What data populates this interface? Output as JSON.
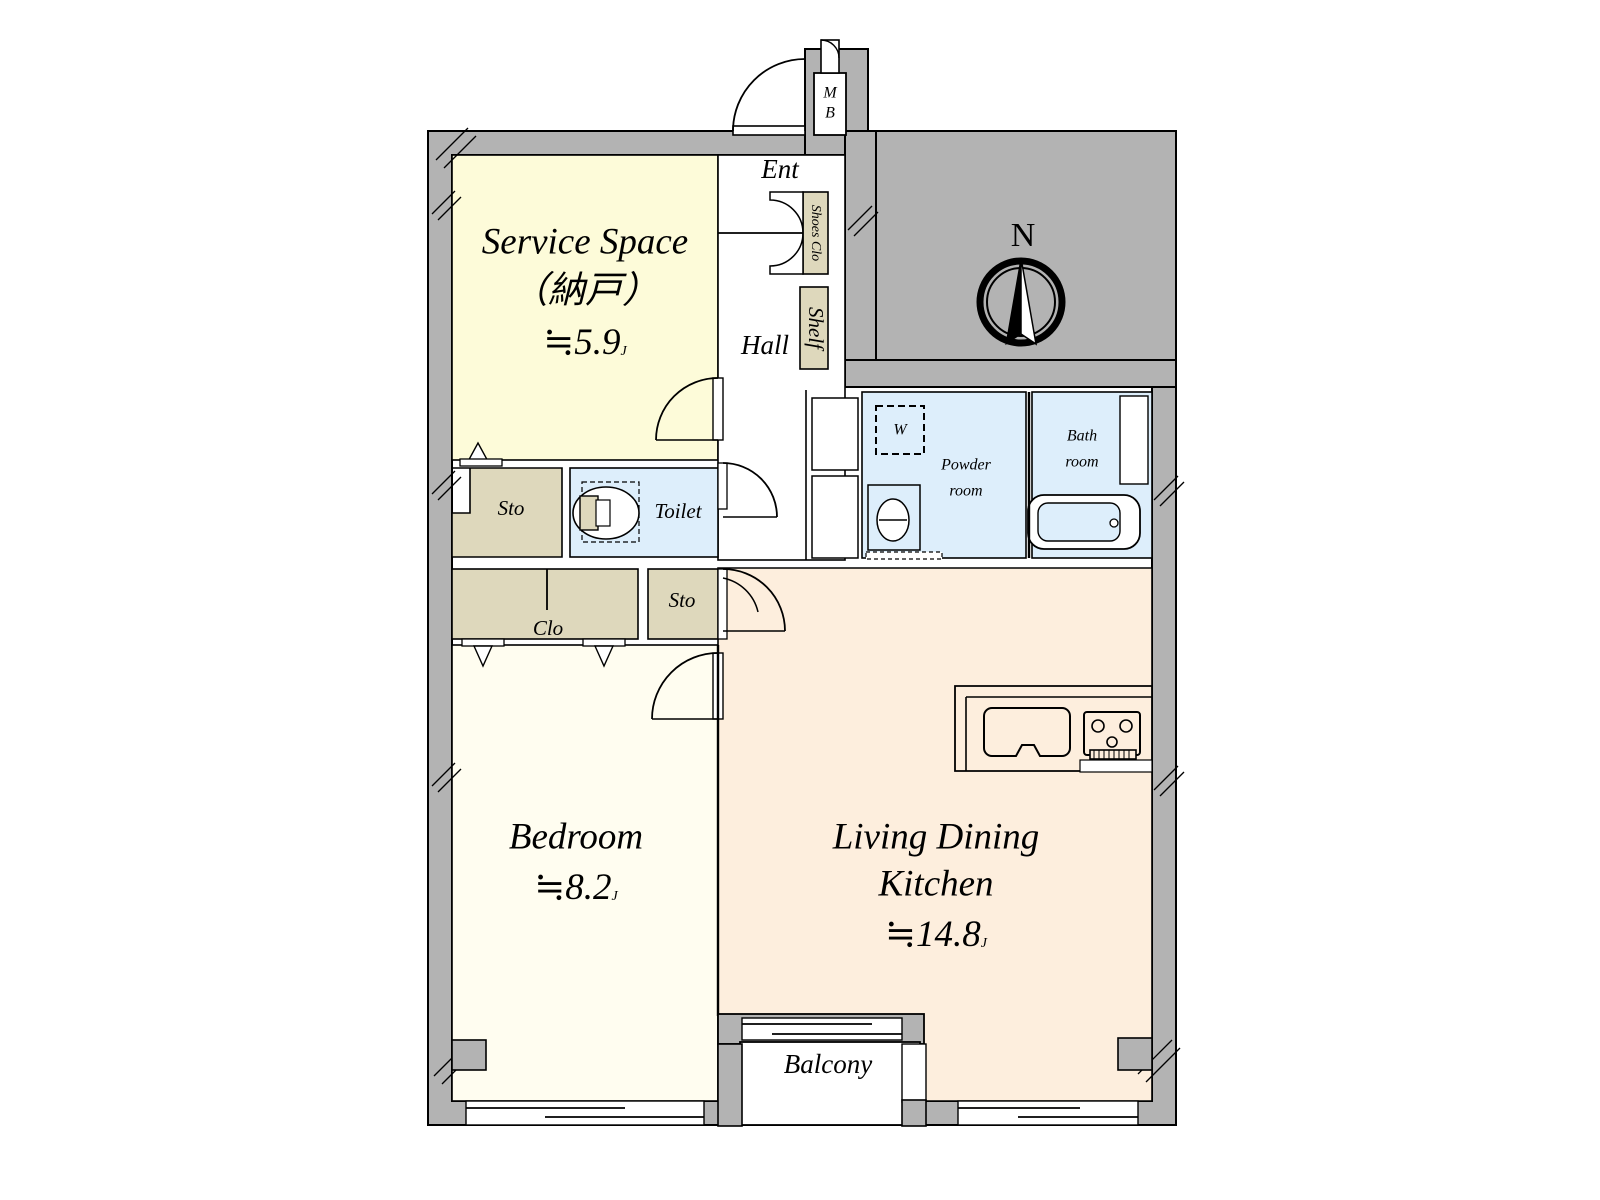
{
  "document": {
    "type": "residential-floor-plan",
    "orientation_marker": "N"
  },
  "rooms": [
    {
      "id": "service-space",
      "name": "Service Space",
      "name_jp": "（納戸）",
      "area_prefix": "≒",
      "area_value": "5.9",
      "area_unit": "J",
      "fill": "#fdfbd9"
    },
    {
      "id": "bedroom",
      "name": "Bedroom",
      "name_jp": "",
      "area_prefix": "≒",
      "area_value": "8.2",
      "area_unit": "J",
      "fill": "#fffdf0"
    },
    {
      "id": "living-dining-kitchen",
      "name_line1": "Living Dining",
      "name_line2": "Kitchen",
      "area_prefix": "≒",
      "area_value": "14.8",
      "area_unit": "J",
      "fill": "#fdeedd"
    }
  ],
  "labels": {
    "entrance": "Ent",
    "hall": "Hall",
    "shoes_closet": "Shoes Clo",
    "shelf": "Shelf",
    "mail_box_line1": "M",
    "mail_box_line2": "B",
    "toilet": "Toilet",
    "storage_upper": "Sto",
    "storage_lower": "Sto",
    "closet": "Clo",
    "washer": "W",
    "powder_room_line1": "Powder",
    "powder_room_line2": "room",
    "bath_room_line1": "Bath",
    "bath_room_line2": "room",
    "balcony": "Balcony",
    "north": "N"
  },
  "colors": {
    "wall": "#b3b3b3",
    "wall_stroke": "#000000",
    "service_space": "#fdfbd9",
    "bedroom": "#fffdf0",
    "ldk": "#fdeedd",
    "storage": "#ded8bc",
    "water_room": "#ddeefb",
    "white": "#ffffff",
    "ink": "#000000"
  }
}
